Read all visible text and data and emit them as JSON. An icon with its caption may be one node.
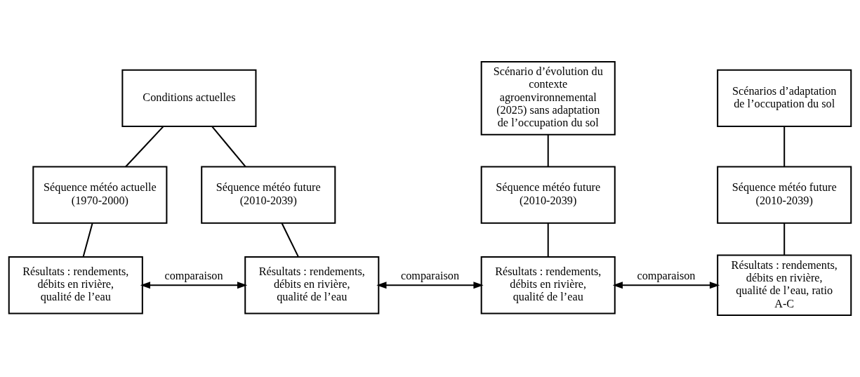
{
  "diagram": {
    "nodes": [
      {
        "text": [
          "Conditions actuelles"
        ]
      },
      {
        "text": [
          "Scénario d’évolution du contexte agroenvironnemental (2025) sans adaptation de l’occupation du sol"
        ]
      },
      {
        "text": [
          "Scénarios d’adaptation de l’occupation du sol"
        ]
      },
      {
        "text": [
          "Séquence météo actuelle (1970-2000)"
        ]
      },
      {
        "text": [
          "Séquence météo future (2010-2039)"
        ]
      },
      {
        "text": [
          "Séquence météo future (2010-2039)"
        ]
      },
      {
        "text": [
          "Séquence météo future (2010-2039)"
        ]
      },
      {
        "text": [
          "Résultats : rendements, débits en rivière, qualité de l’eau"
        ]
      },
      {
        "text": [
          "Résultats : rendements, débits en rivière, qualité de l’eau"
        ]
      },
      {
        "text": [
          "Résultats : rendements, débits en rivière, qualité de l’eau"
        ]
      },
      {
        "text": [
          "Résultats : rendements, débits en rivière, qualité de l’eau, ratio A-C"
        ]
      }
    ],
    "edges": [
      {
        "from": 0,
        "to": 3,
        "arrow": "none"
      },
      {
        "from": 0,
        "to": 4,
        "arrow": "none"
      },
      {
        "from": 1,
        "to": 5,
        "arrow": "none"
      },
      {
        "from": 2,
        "to": 6,
        "arrow": "none"
      },
      {
        "from": 3,
        "to": 7,
        "arrow": "none"
      },
      {
        "from": 4,
        "to": 8,
        "arrow": "none"
      },
      {
        "from": 5,
        "to": 9,
        "arrow": "none"
      },
      {
        "from": 6,
        "to": 10,
        "arrow": "none"
      },
      {
        "from": 7,
        "to": 8,
        "arrow": "both",
        "label": "comparaison"
      },
      {
        "from": 8,
        "to": 9,
        "arrow": "both",
        "label": "comparaison"
      },
      {
        "from": 9,
        "to": 10,
        "arrow": "both",
        "label": "comparaison"
      }
    ]
  }
}
